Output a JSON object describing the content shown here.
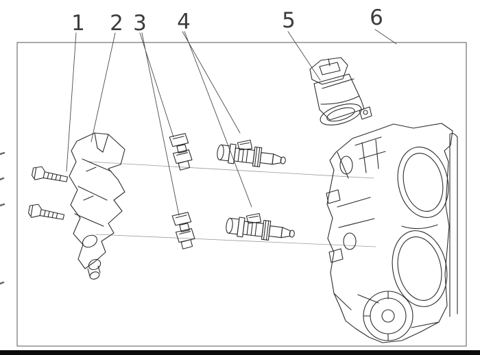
{
  "drawing": {
    "background": "#ffffff",
    "line_color": "#2b2b2b",
    "callouts": [
      {
        "label": "1"
      },
      {
        "label": "2"
      },
      {
        "label": "3"
      },
      {
        "label": "4"
      },
      {
        "label": "5"
      },
      {
        "label": "6"
      }
    ]
  }
}
